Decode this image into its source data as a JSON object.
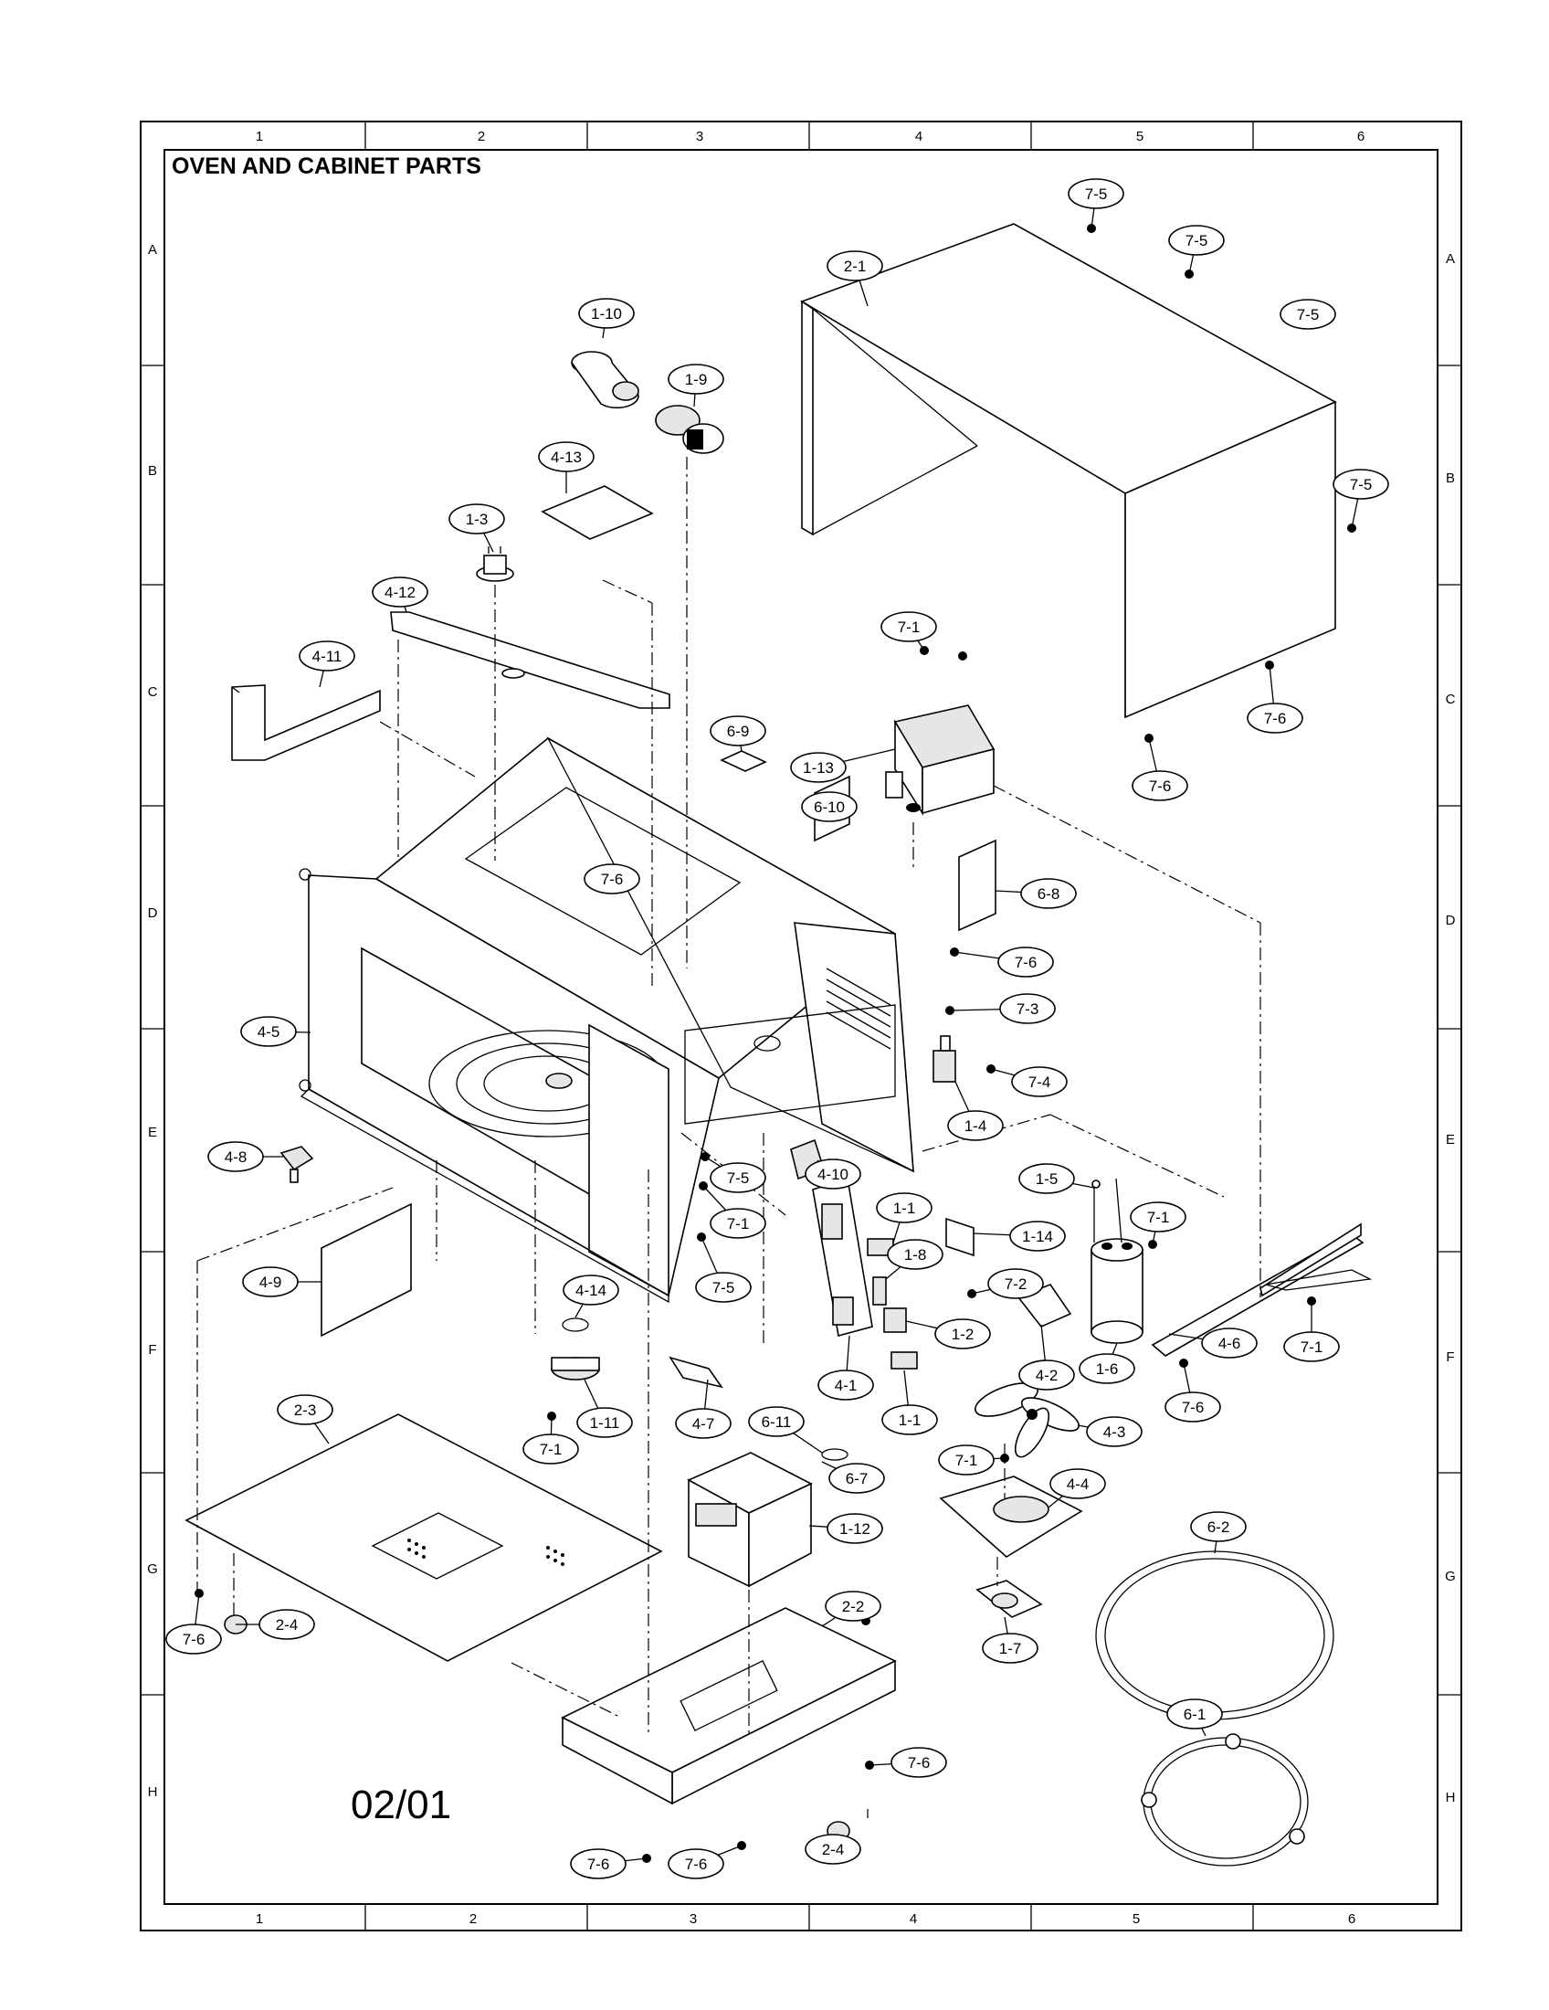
{
  "title": "OVEN AND CABINET PARTS",
  "date_mark": "02/01",
  "grid": {
    "columns": [
      "1",
      "2",
      "3",
      "4",
      "5",
      "6"
    ],
    "rows": [
      "A",
      "B",
      "C",
      "D",
      "E",
      "F",
      "G",
      "H"
    ]
  },
  "callouts": [
    {
      "label": "7-5"
    },
    {
      "label": "7-5"
    },
    {
      "label": "7-5"
    },
    {
      "label": "7-5"
    },
    {
      "label": "2-1"
    },
    {
      "label": "1-10"
    },
    {
      "label": "1-9"
    },
    {
      "label": "4-13"
    },
    {
      "label": "1-3"
    },
    {
      "label": "4-12"
    },
    {
      "label": "4-11"
    },
    {
      "label": "7-1"
    },
    {
      "label": "7-6"
    },
    {
      "label": "7-6"
    },
    {
      "label": "6-9"
    },
    {
      "label": "1-13"
    },
    {
      "label": "6-10"
    },
    {
      "label": "7-6"
    },
    {
      "label": "6-8"
    },
    {
      "label": "7-6"
    },
    {
      "label": "4-5"
    },
    {
      "label": "7-3"
    },
    {
      "label": "7-4"
    },
    {
      "label": "1-4"
    },
    {
      "label": "4-8"
    },
    {
      "label": "7-5"
    },
    {
      "label": "4-10"
    },
    {
      "label": "7-1"
    },
    {
      "label": "1-1"
    },
    {
      "label": "1-5"
    },
    {
      "label": "7-1"
    },
    {
      "label": "1-14"
    },
    {
      "label": "4-9"
    },
    {
      "label": "7-5"
    },
    {
      "label": "1-8"
    },
    {
      "label": "7-2"
    },
    {
      "label": "4-14"
    },
    {
      "label": "1-2"
    },
    {
      "label": "4-6"
    },
    {
      "label": "7-1"
    },
    {
      "label": "4-2"
    },
    {
      "label": "1-6"
    },
    {
      "label": "4-1"
    },
    {
      "label": "7-6"
    },
    {
      "label": "2-3"
    },
    {
      "label": "7-1"
    },
    {
      "label": "1-11"
    },
    {
      "label": "4-7"
    },
    {
      "label": "6-11"
    },
    {
      "label": "1-1"
    },
    {
      "label": "4-3"
    },
    {
      "label": "6-7"
    },
    {
      "label": "7-1"
    },
    {
      "label": "4-4"
    },
    {
      "label": "1-12"
    },
    {
      "label": "6-2"
    },
    {
      "label": "2-4"
    },
    {
      "label": "7-6"
    },
    {
      "label": "2-2"
    },
    {
      "label": "1-7"
    },
    {
      "label": "7-6"
    },
    {
      "label": "6-1"
    },
    {
      "label": "2-4"
    },
    {
      "label": "7-6"
    },
    {
      "label": "7-6"
    }
  ]
}
